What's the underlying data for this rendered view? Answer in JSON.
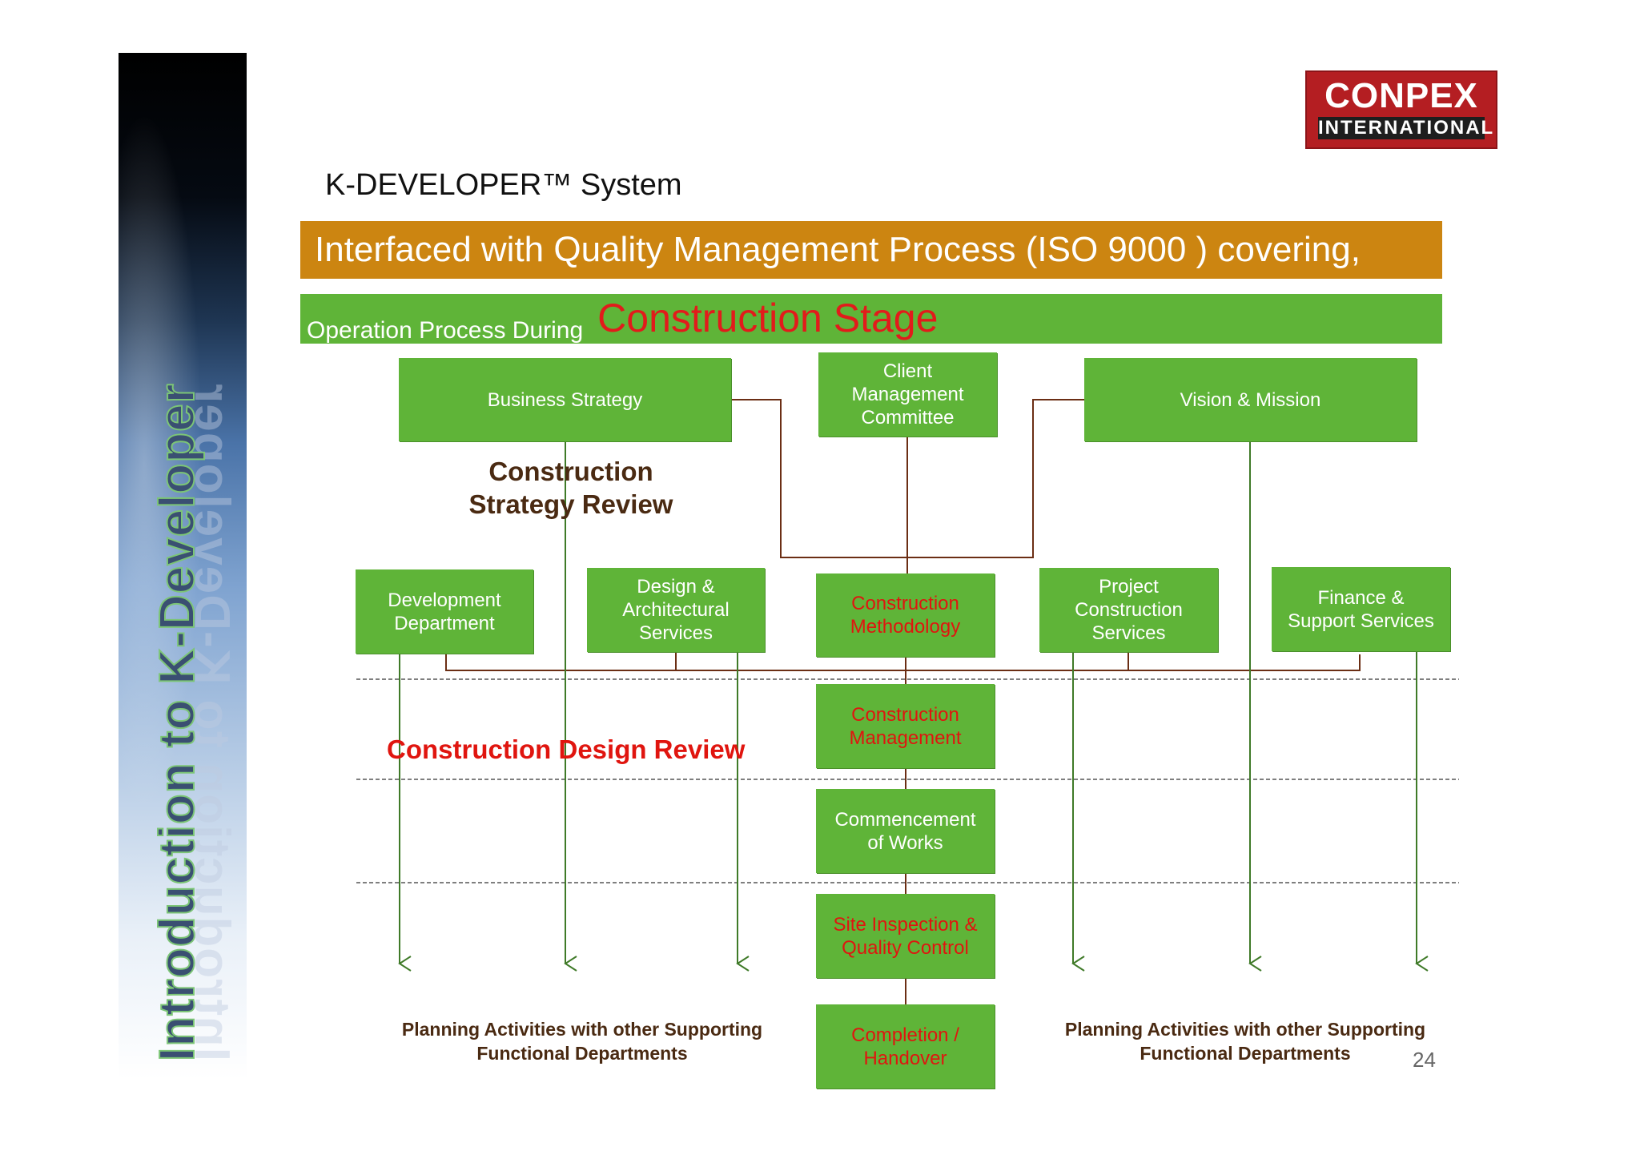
{
  "sidebar": {
    "title": "Introduction to K-Developer"
  },
  "logo": {
    "main": "CONPEX",
    "sub": "INTERNATIONAL"
  },
  "heading": "K-DEVELOPER™ System",
  "banner_orange": "Interfaced with Quality Management Process (ISO 9000 ) covering,",
  "banner_green": {
    "prefix": "Operation Process During",
    "emphasis": "Construction Stage"
  },
  "boxes": {
    "business_strategy": "Business Strategy",
    "client_committee": "Client\nManagement\nCommittee",
    "vision_mission": "Vision & Mission",
    "development_department": "Development\nDepartment",
    "design_architectural": "Design &\nArchitectural\nServices",
    "construction_methodology": "Construction\nMethodology",
    "project_construction": "Project\nConstruction\nServices",
    "finance_support": "Finance &\nSupport Services",
    "construction_management": "Construction\nManagement",
    "commencement_works": "Commencement\nof Works",
    "site_inspection": "Site Inspection &\nQuality Control",
    "completion_handover": "Completion /\nHandover"
  },
  "labels": {
    "strategy_review": "Construction\nStrategy Review",
    "design_review": "Construction Design Review",
    "planning_left": "Planning Activities with other Supporting\nFunctional Departments",
    "planning_right": "Planning Activities with other Supporting\nFunctional Departments"
  },
  "page_number": "24",
  "colors": {
    "green": "#5fb438",
    "orange": "#cc8511",
    "red": "#e0150f",
    "brown_line": "#6b2e14",
    "arrow": "#3f7a28"
  }
}
